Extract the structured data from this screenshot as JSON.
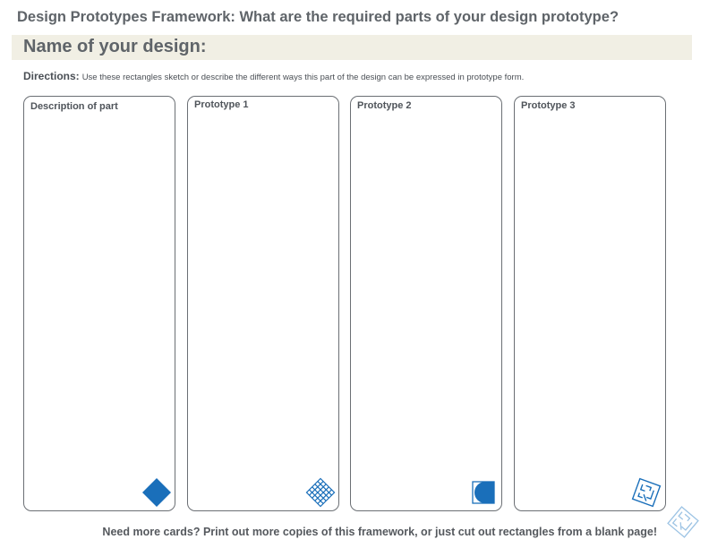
{
  "header": {
    "title": "Design Prototypes Framework: What are the required parts of your design prototype?"
  },
  "name_field": {
    "label": "Name of your design:"
  },
  "directions": {
    "label": "Directions:",
    "text": "Use these rectangles sketch or describe the different ways this part of the design can be expressed in prototype form."
  },
  "cards": [
    {
      "title": "Description of part",
      "icon": "diamond-icon"
    },
    {
      "title": "Prototype 1",
      "icon": "grid-diamond-icon"
    },
    {
      "title": "Prototype 2",
      "icon": "crescent-square-icon"
    },
    {
      "title": "Prototype 3",
      "icon": "maze-diamond-icon"
    }
  ],
  "footer": {
    "text": "Need more cards? Print out more copies of this framework, or just cut out rectangles from a blank page!"
  },
  "colors": {
    "accent": "#1a6fba",
    "band": "#f1efe4",
    "corner_icon": "#9cc3e4",
    "text": "#5f6469"
  }
}
